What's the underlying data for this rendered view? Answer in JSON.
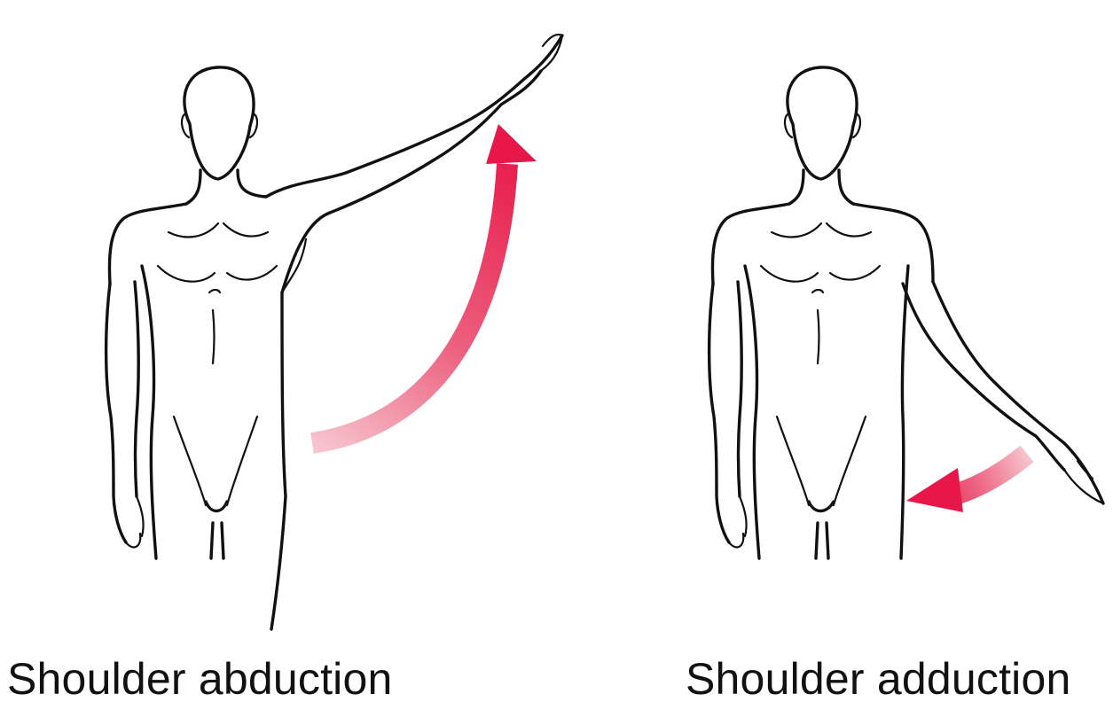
{
  "figures": [
    {
      "id": "abduction",
      "caption": "Shoulder abduction",
      "arrow_direction": "upward-outward"
    },
    {
      "id": "adduction",
      "caption": "Shoulder adduction",
      "arrow_direction": "downward-inward"
    }
  ],
  "colors": {
    "arrow": "#e8174a",
    "arrow_faded": "#f7c5cf",
    "outline": "#111111",
    "background": "#ffffff"
  }
}
